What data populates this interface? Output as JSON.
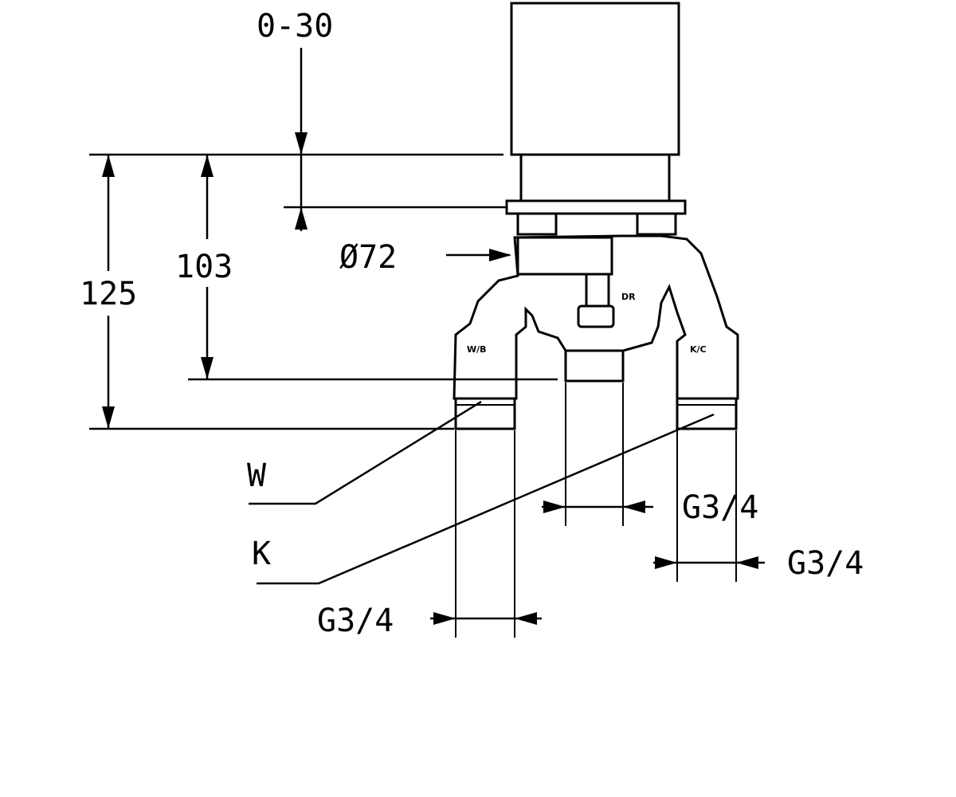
{
  "labels": {
    "stroke_range": "0-30",
    "height_total": "125",
    "height_outlets": "103",
    "diameter": "Ø72",
    "outlet_w": "W",
    "outlet_k": "K",
    "thread_center": "G3/4",
    "thread_right": "G3/4",
    "thread_left": "G3/4"
  },
  "colors": {
    "line": "#000000",
    "background": "#ffffff"
  }
}
